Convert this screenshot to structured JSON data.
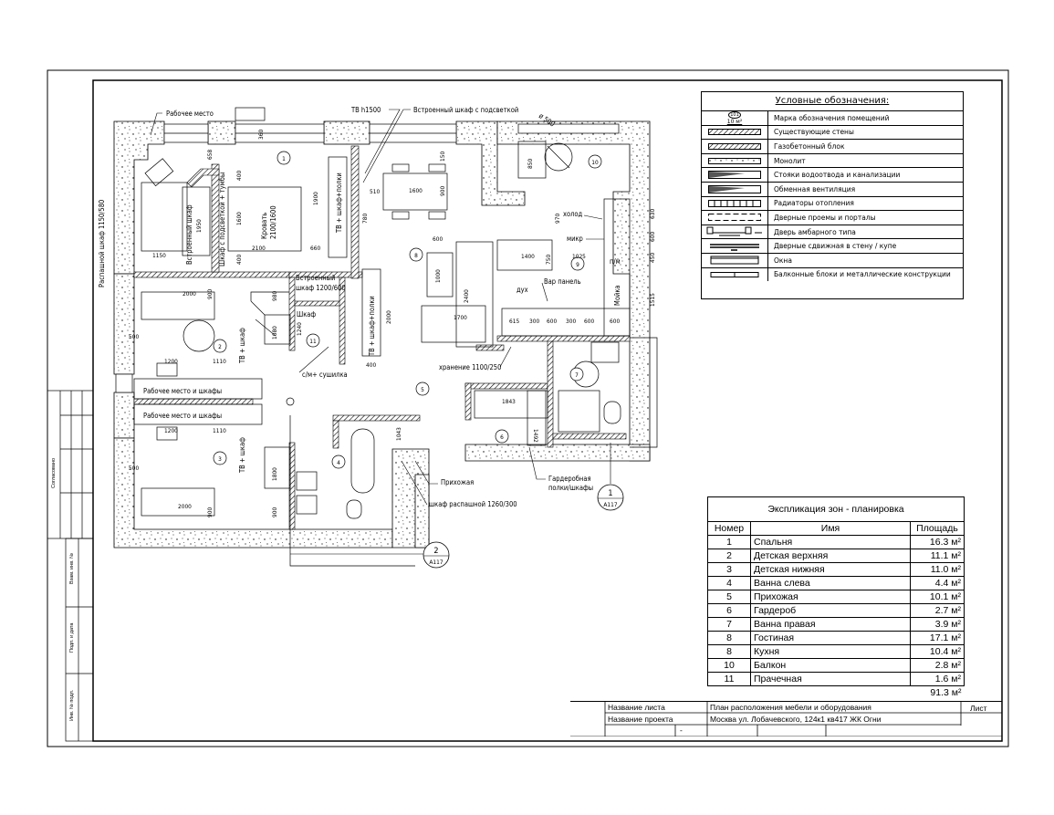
{
  "sheet": {
    "stamp_labels": [
      "Согласовано",
      "Взам. инв. №",
      "Подп. и дата",
      "Инв. № подл."
    ]
  },
  "legend": {
    "title": "Условные обозначения:",
    "room_mark_number": "101",
    "room_mark_area": "10 м²",
    "items": [
      "Марка обозначения помещений",
      "Существующие стены",
      "Газобетонный блок",
      "Монолит",
      "Стояки водоотвода и канализации",
      "Обменная вентиляция",
      "Радиаторы отопления",
      "Дверные проемы и порталы",
      "Дверь амбарного типа",
      "Дверные сдвижная в стену / купе",
      "Окна",
      "Балконные блоки и металлические конструкции"
    ]
  },
  "explication": {
    "title": "Экспликация зон - планировка",
    "headers": [
      "Номер",
      "Имя",
      "Площадь"
    ],
    "rows": [
      {
        "num": "1",
        "name": "Спальня",
        "area": "16.3 м²"
      },
      {
        "num": "2",
        "name": "Детская верхняя",
        "area": "11.1 м²"
      },
      {
        "num": "3",
        "name": "Детская нижняя",
        "area": "11.0 м²"
      },
      {
        "num": "4",
        "name": "Ванна слева",
        "area": "4.4 м²"
      },
      {
        "num": "5",
        "name": "Прихожая",
        "area": "10.1 м²"
      },
      {
        "num": "6",
        "name": "Гардероб",
        "area": "2.7 м²"
      },
      {
        "num": "7",
        "name": "Ванна правая",
        "area": "3.9 м²"
      },
      {
        "num": "8",
        "name": "Гостиная",
        "area": "17.1 м²"
      },
      {
        "num": "8",
        "name": "Кухня",
        "area": "10.4 м²"
      },
      {
        "num": "10",
        "name": "Балкон",
        "area": "2.8 м²"
      },
      {
        "num": "11",
        "name": "Прачечная",
        "area": "1.6 м²"
      }
    ],
    "total": "91.3 м²"
  },
  "title_block": {
    "sheet_name_label": "Название листа",
    "sheet_name": "План расположения мебели и оборудования",
    "project_name_label": "Название проекта",
    "project_name": "Москва ул. Лобачевского, 124к1 кв417 ЖК Огни",
    "sheet_label": "Лист",
    "dash": "-"
  },
  "plan": {
    "rooms": [
      "1",
      "2",
      "3",
      "4",
      "5",
      "6",
      "7",
      "8",
      "9",
      "10",
      "11"
    ],
    "annotations": [
      "Рабочее место",
      "ТВ h1500",
      "Встроенный шкаф с подсветкой",
      "ø 500",
      "Распашной шкаф 1150/580",
      "Встроенный шкаф",
      "Шкаф с подсветкой + тумбы",
      "Кровать",
      "2100/1600",
      "ТВ + шкаф+полки",
      "Встроенный",
      "шкаф 1200/600",
      "Шкаф",
      "ТВ + шкаф+полки",
      "с/м+ сушилка",
      "ТВ + шкаф",
      "Рабочее место и шкафы",
      "Рабочее место и шкафы",
      "ТВ + шкаф",
      "Прихожая",
      "шкаф распашной 1260/300",
      "хранение 1100/250",
      "Гардеробная",
      "полки/шкафы",
      "холод",
      "микр",
      "п/м",
      "Мойка",
      "Вар панель",
      "дух"
    ],
    "dimensions": [
      "360",
      "658",
      "1950",
      "1600",
      "400",
      "400",
      "2100",
      "660",
      "1900",
      "1150",
      "510",
      "780",
      "1600",
      "900",
      "150",
      "850",
      "970",
      "630",
      "600",
      "450",
      "1515",
      "600",
      "1000",
      "2400",
      "1400",
      "750",
      "1025",
      "1700",
      "615",
      "300",
      "600",
      "300",
      "600",
      "600",
      "2000",
      "900",
      "980",
      "1080",
      "1240",
      "2000",
      "400",
      "500",
      "1200",
      "1110",
      "500",
      "1200",
      "1110",
      "1800",
      "900",
      "2000",
      "900",
      "1043",
      "1843",
      "1492"
    ],
    "section_marks": [
      {
        "num": "1",
        "sheet": "A117"
      },
      {
        "num": "2",
        "sheet": "A117"
      }
    ]
  }
}
